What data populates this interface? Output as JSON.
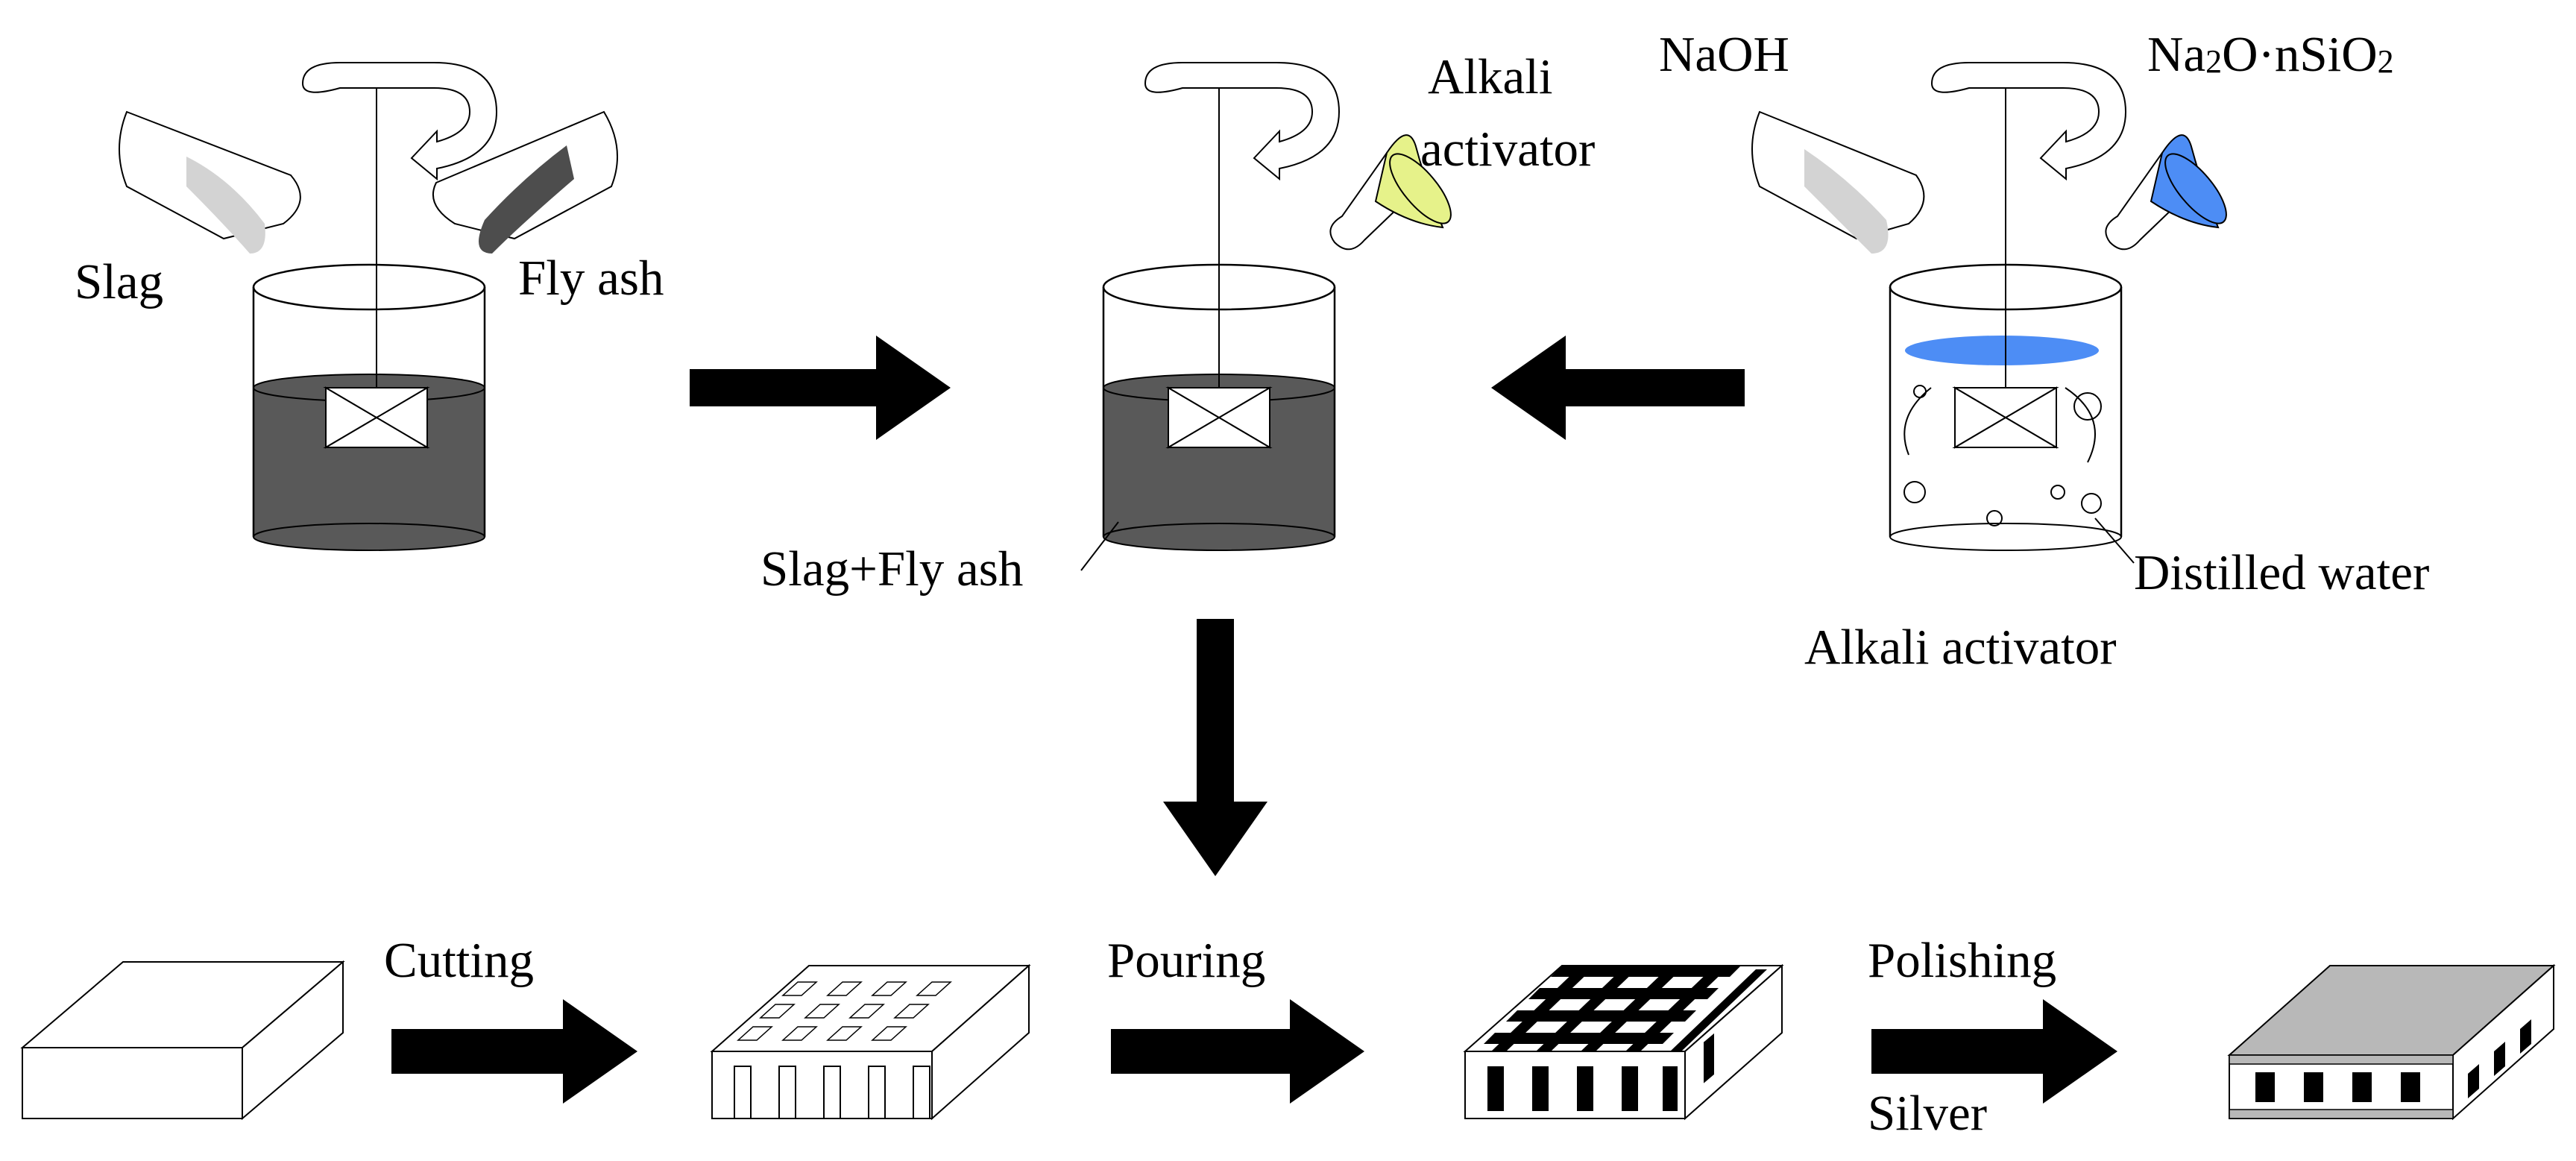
{
  "labels": {
    "slag": "Slag",
    "fly_ash": "Fly ash",
    "alkali_activator_funnel": "Alkali activator",
    "alkali_activator_funnel_line1": "Alkali",
    "alkali_activator_funnel_line2": "activator",
    "naoh": "NaOH",
    "sodium_silicate": "Na₂O·nSiO₂",
    "sodium_silicate_na": "Na",
    "sodium_silicate_sub1": "2",
    "sodium_silicate_mid": "O·nSiO",
    "sodium_silicate_sub2": "2",
    "slag_fly_ash": "Slag+Fly ash",
    "distilled_water": "Distilled water",
    "alkali_activator_beaker": "Alkali activator",
    "cutting": "Cutting",
    "pouring": "Pouring",
    "polishing": "Polishing",
    "silver": "Silver"
  },
  "colors": {
    "slurry": "#595959",
    "slag_powder": "#d3d3d3",
    "fly_ash_powder": "#4d4d4d",
    "activator_funnel": "#e6f28a",
    "silicate_solution": "#4d8df5",
    "silver_top": "#b8b8b8",
    "arrow": "#000000"
  }
}
